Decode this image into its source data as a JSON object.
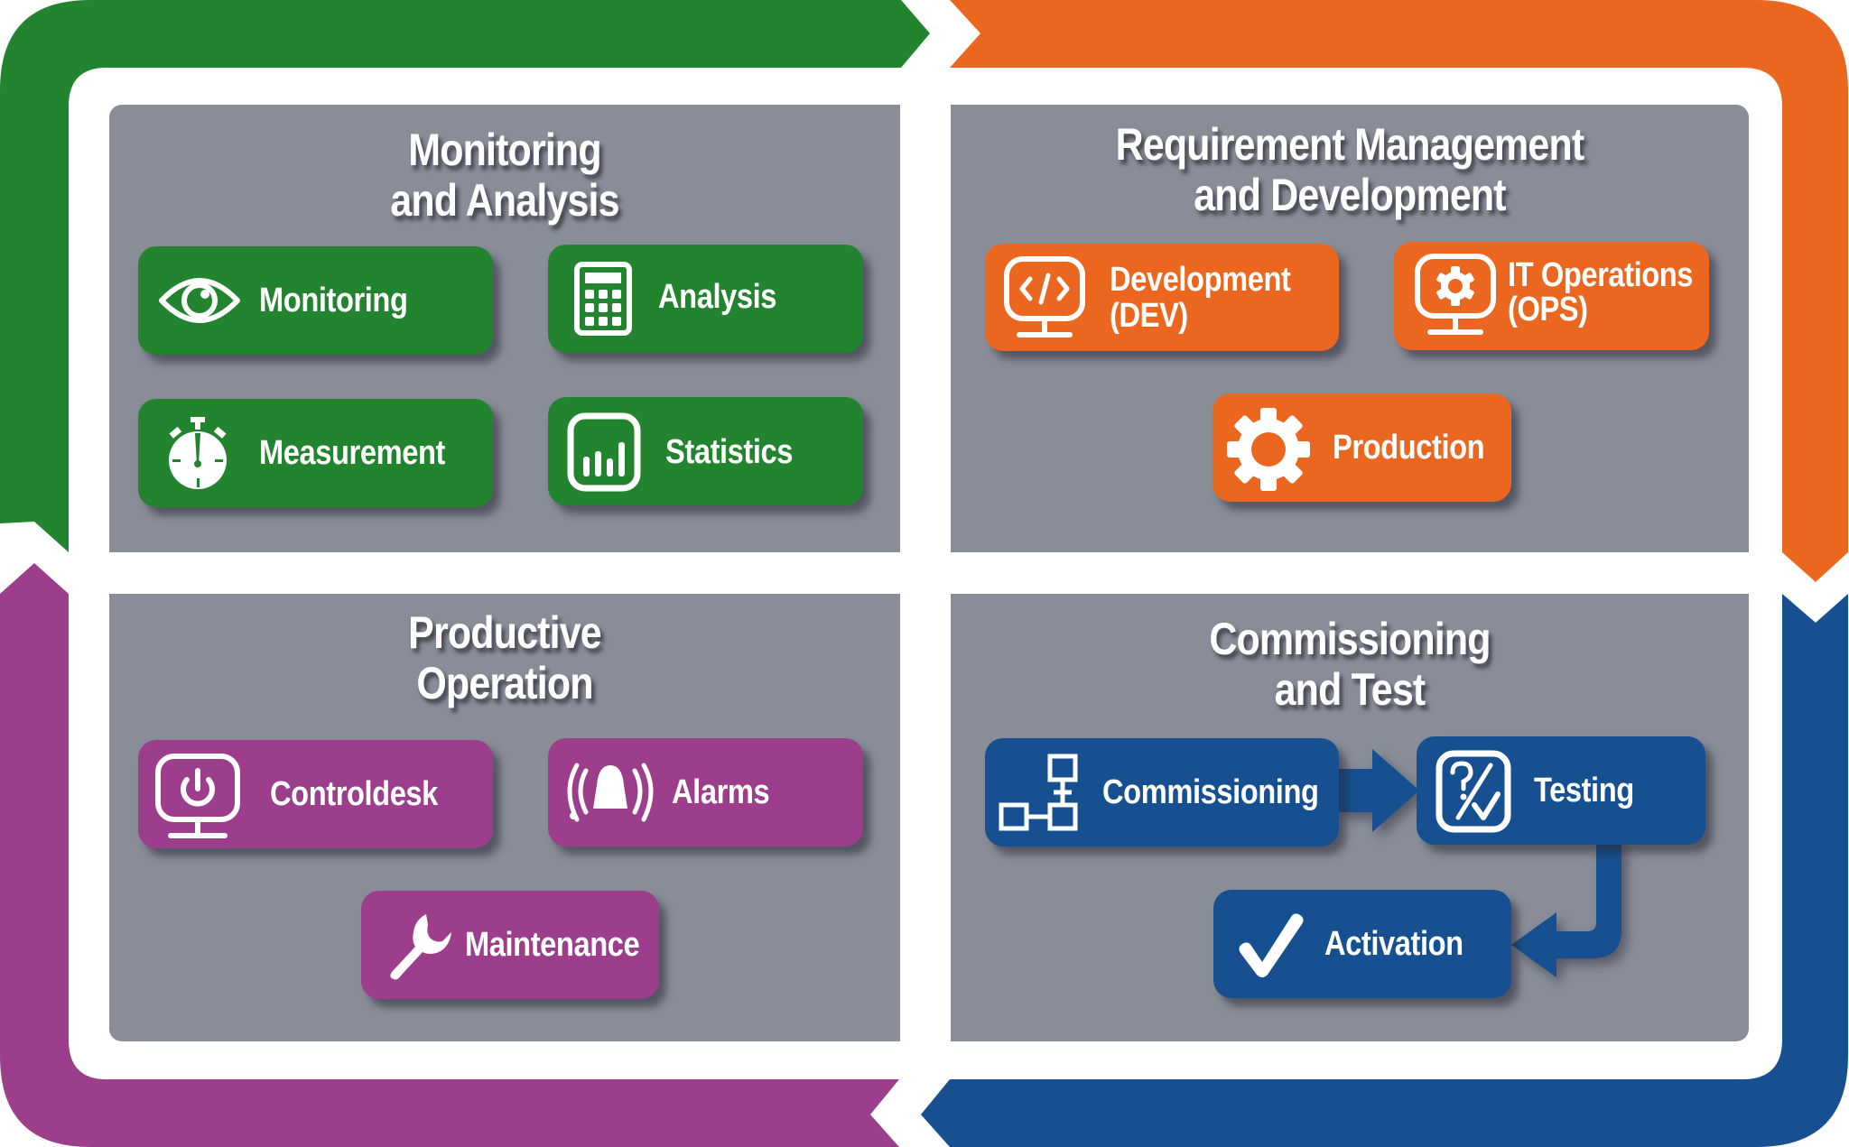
{
  "colors": {
    "green": "#22842e",
    "orange": "#eb6720",
    "purple": "#9c3e8b",
    "blue": "#165090",
    "panel_gray": "#898d98",
    "background": "#ffffff"
  },
  "quadrants": {
    "monitoring_analysis": {
      "title_line1": "Monitoring",
      "title_line2": "and Analysis",
      "color": "green",
      "items": [
        {
          "label": "Monitoring",
          "icon": "eye-icon"
        },
        {
          "label": "Analysis",
          "icon": "calculator-icon"
        },
        {
          "label": "Measurement",
          "icon": "stopwatch-icon"
        },
        {
          "label": "Statistics",
          "icon": "bar-chart-icon"
        }
      ]
    },
    "requirement_development": {
      "title_line1": "Requirement Management",
      "title_line2": "and Development",
      "color": "orange",
      "items": [
        {
          "label_line1": "Development",
          "label_line2": "(DEV)",
          "icon": "monitor-code-icon"
        },
        {
          "label_line1": "IT Operations",
          "label_line2": "(OPS)",
          "icon": "monitor-gear-icon"
        },
        {
          "label": "Production",
          "icon": "gear-icon"
        }
      ]
    },
    "productive_operation": {
      "title_line1": "Productive",
      "title_line2": "Operation",
      "color": "purple",
      "items": [
        {
          "label": "Controldesk",
          "icon": "monitor-power-icon"
        },
        {
          "label": "Alarms",
          "icon": "alarm-bell-icon"
        },
        {
          "label": "Maintenance",
          "icon": "wrench-icon"
        }
      ]
    },
    "commissioning_test": {
      "title_line1": "Commissioning",
      "title_line2": "and Test",
      "color": "blue",
      "items": [
        {
          "label": "Commissioning",
          "icon": "network-diagram-icon"
        },
        {
          "label": "Testing",
          "icon": "test-check-icon"
        },
        {
          "label": "Activation",
          "icon": "checkmark-icon"
        }
      ],
      "flow": [
        "Commissioning",
        "Testing",
        "Activation"
      ]
    }
  },
  "cycle_order": [
    "Monitoring and Analysis",
    "Requirement Management and Development",
    "Commissioning and Test",
    "Productive Operation"
  ]
}
